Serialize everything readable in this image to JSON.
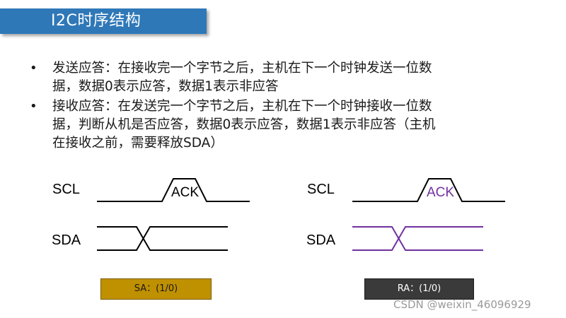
{
  "title": "I2C时序结构",
  "bullets": [
    {
      "line1": "发送应答：在接收完一个字节之后，主机在下一个时钟发送一位数",
      "line2": "据，数据0表示应答，数据1表示非应答"
    },
    {
      "line1": "接收应答：在发送完一个字节之后，主机在下一个时钟接收一位数",
      "line2": "据，判断从机是否应答，数据0表示应答，数据1表示非应答（主机",
      "line3": "在接收之前，需要释放SDA）"
    }
  ],
  "bullet_glyph": "•",
  "left_diagram": {
    "scl_label": "SCL",
    "sda_label": "SDA",
    "ack_label": "ACK",
    "line_color": "#000000",
    "ack_color": "#000000"
  },
  "right_diagram": {
    "scl_label": "SCL",
    "sda_label": "SDA",
    "ack_label": "ACK",
    "line_color": "#000000",
    "sda_color": "#7030a0",
    "ack_color": "#7030a0"
  },
  "sa_box": {
    "label": "SA：(1/0)",
    "color": "#bf9000"
  },
  "ra_box": {
    "label": "RA：(1/0)",
    "color": "#3a3a3a"
  },
  "watermark": "CSDN @weixin_46096929"
}
